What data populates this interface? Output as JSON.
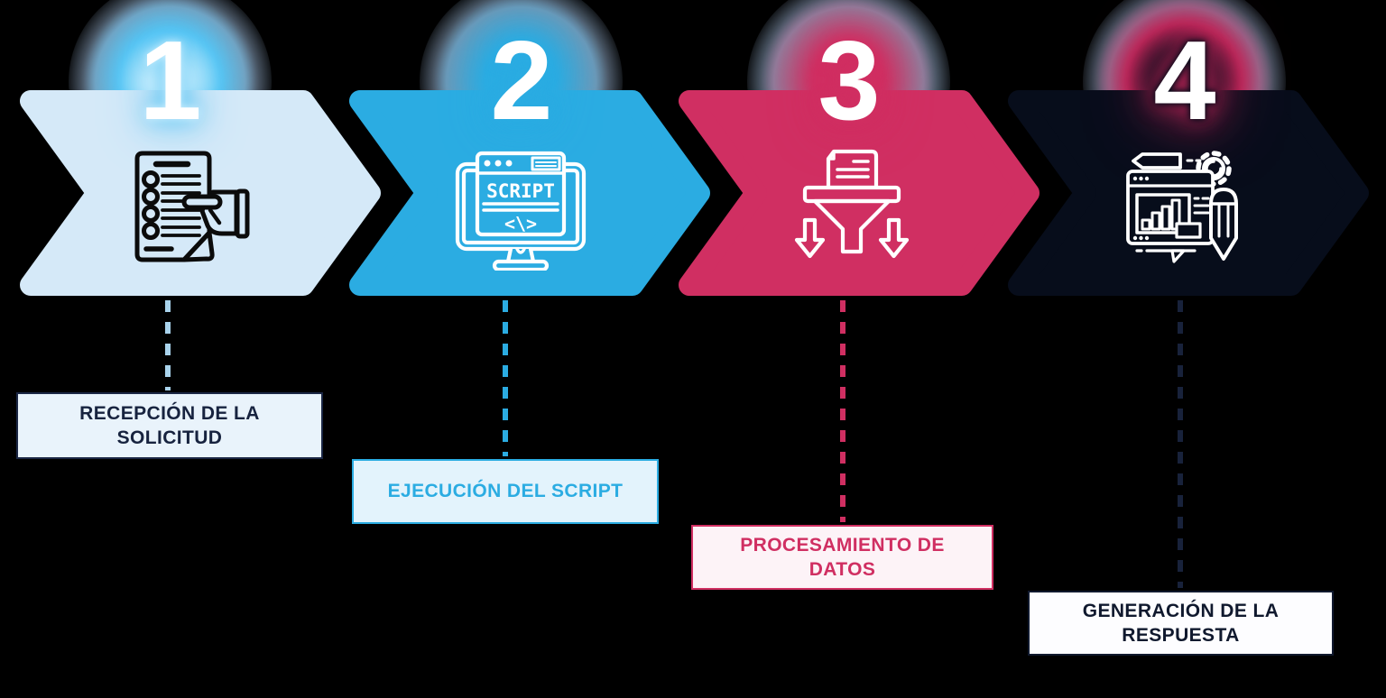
{
  "background": "#000000",
  "halo_color": "#7E93AC",
  "icon_texts": {
    "script": "SCRIPT",
    "code": "<\\>"
  },
  "steps": [
    {
      "number": "1",
      "label": "RECEPCIÓN DE LA SOLICITUD",
      "icon": "checklist-hand-icon",
      "colors": {
        "chevron": "#D5E9F8",
        "glow": "#45BEF3",
        "connector": "#A9D3EC",
        "label_bg": "#E9F3FB",
        "label_text": "#17233F",
        "label_border": "#1B2745"
      }
    },
    {
      "number": "2",
      "label": "EJECUCIÓN DEL SCRIPT",
      "icon": "script-monitor-icon",
      "colors": {
        "chevron": "#2BACE2",
        "glow": "#2BACE2",
        "connector": "#2BACE2",
        "label_bg": "#E3F3FC",
        "label_text": "#2BACE2",
        "label_border": "#2BACE2"
      }
    },
    {
      "number": "3",
      "label": "PROCESAMIENTO DE DATOS",
      "icon": "funnel-document-icon",
      "colors": {
        "chevron": "#D02F62",
        "glow": "#D02F62",
        "connector": "#D02F62",
        "label_bg": "#FDF3F7",
        "label_text": "#D02F62",
        "label_border": "#D02F62"
      }
    },
    {
      "number": "4",
      "label": "GENERACIÓN DE LA RESPUESTA",
      "icon": "report-gear-pencil-icon",
      "colors": {
        "chevron": "#070D1B",
        "glow": "#BE2659",
        "connector": "#18223B",
        "label_bg": "#FDFDFF",
        "label_text": "#10192E",
        "label_border": "#10192E"
      }
    }
  ]
}
